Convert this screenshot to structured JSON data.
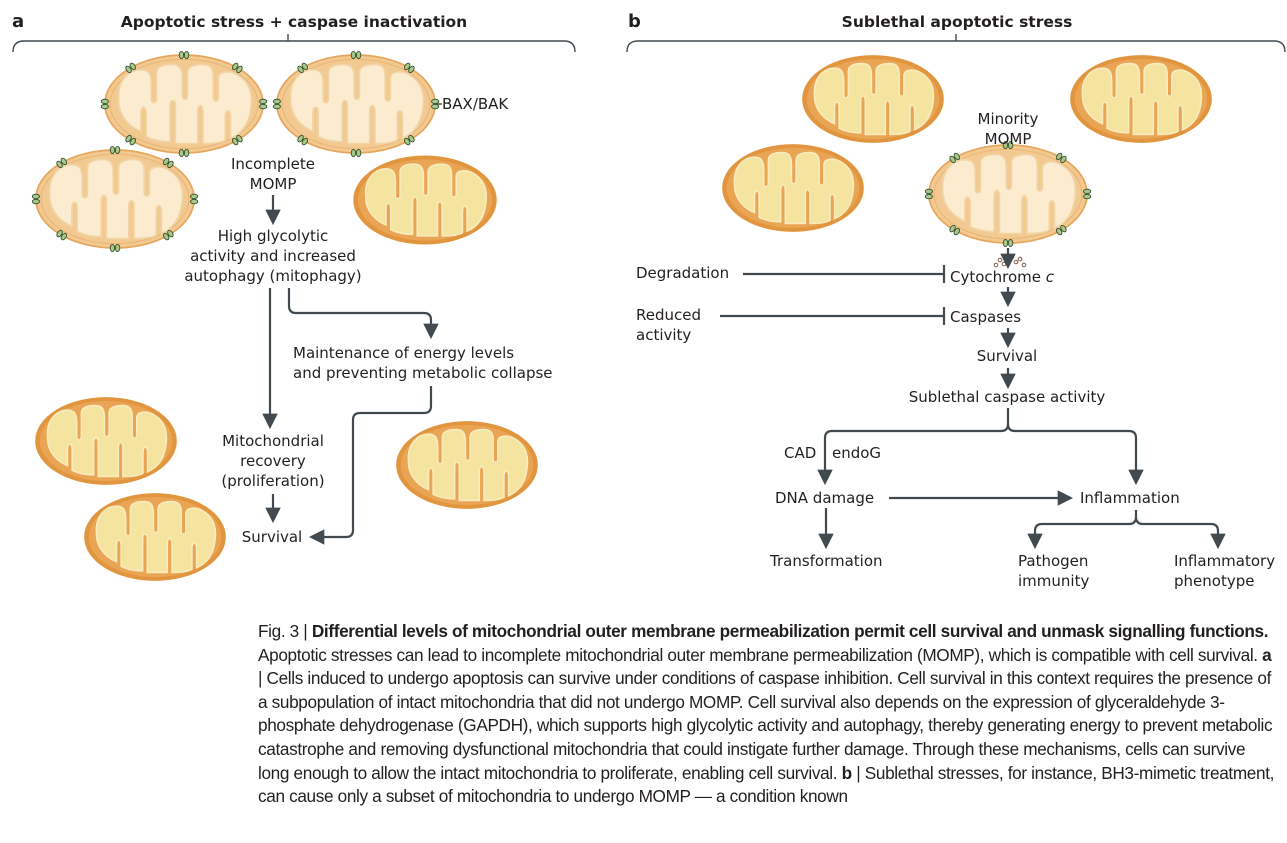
{
  "panel_a": {
    "letter": "a",
    "title": "Apoptotic stress + caspase inactivation",
    "bax_label": "BAX/BAK",
    "incomplete_momp": [
      "Incomplete",
      "MOMP"
    ],
    "glycolytic": [
      "High glycolytic",
      "activity and increased",
      "autophagy (mitophagy)"
    ],
    "maintenance": [
      "Maintenance of energy levels",
      "and preventing metabolic collapse"
    ],
    "recovery": [
      "Mitochondrial",
      "recovery",
      "(proliferation)"
    ],
    "survival": "Survival"
  },
  "panel_b": {
    "letter": "b",
    "title": "Sublethal apoptotic stress",
    "minority_momp": [
      "Minority",
      "MOMP"
    ],
    "degradation": "Degradation",
    "reduced_activity": [
      "Reduced",
      "activity"
    ],
    "cytochrome": "Cytochrome ",
    "cytochrome_italic": "c",
    "caspases": "Caspases",
    "survival": "Survival",
    "sublethal": "Sublethal caspase activity",
    "cad": "CAD",
    "endog": "endoG",
    "dna_damage": "DNA damage",
    "inflammation": "Inflammation",
    "transformation": "Transformation",
    "pathogen": [
      "Pathogen",
      "immunity"
    ],
    "inflammatory": [
      "Inflammatory",
      "phenotype"
    ]
  },
  "colors": {
    "intact_outer": "#e2953f",
    "intact_inner": "#f5e3a0",
    "permeabilized_outer": "#f3c992",
    "permeabilized_inner": "#fbecd0",
    "bax_bak": "#a9c98a",
    "arrow": "#414a4f"
  },
  "caption": {
    "fig_label": "Fig. 3 | ",
    "bold_title": "Differential levels of mitochondrial outer membrane permeabilization permit cell survival and unmask signalling functions.",
    "intro": " Apoptotic stresses can lead to incomplete mitochondrial outer membrane permeabilization (MOMP), which is compatible with cell survival. ",
    "a_label": "a",
    "a_text": " | Cells induced to undergo apoptosis can survive under conditions of caspase inhibition. Cell survival in this context requires the presence of a subpopulation of intact mitochondria that did not undergo MOMP. Cell survival also depends on the expression of glyceraldehyde 3-phosphate dehydrogenase (GAPDH), which supports high glycolytic activity and autophagy, thereby generating energy to prevent metabolic catastrophe and removing dysfunctional mitochondria that could instigate further damage. Through these mechanisms, cells can survive long enough to allow the intact mitochondria to proliferate, enabling cell survival. ",
    "b_label": "b",
    "b_text": " | Sublethal stresses, for instance, BH3-mimetic treatment, can cause only a subset of mitochondria to undergo MOMP — a condition known"
  }
}
